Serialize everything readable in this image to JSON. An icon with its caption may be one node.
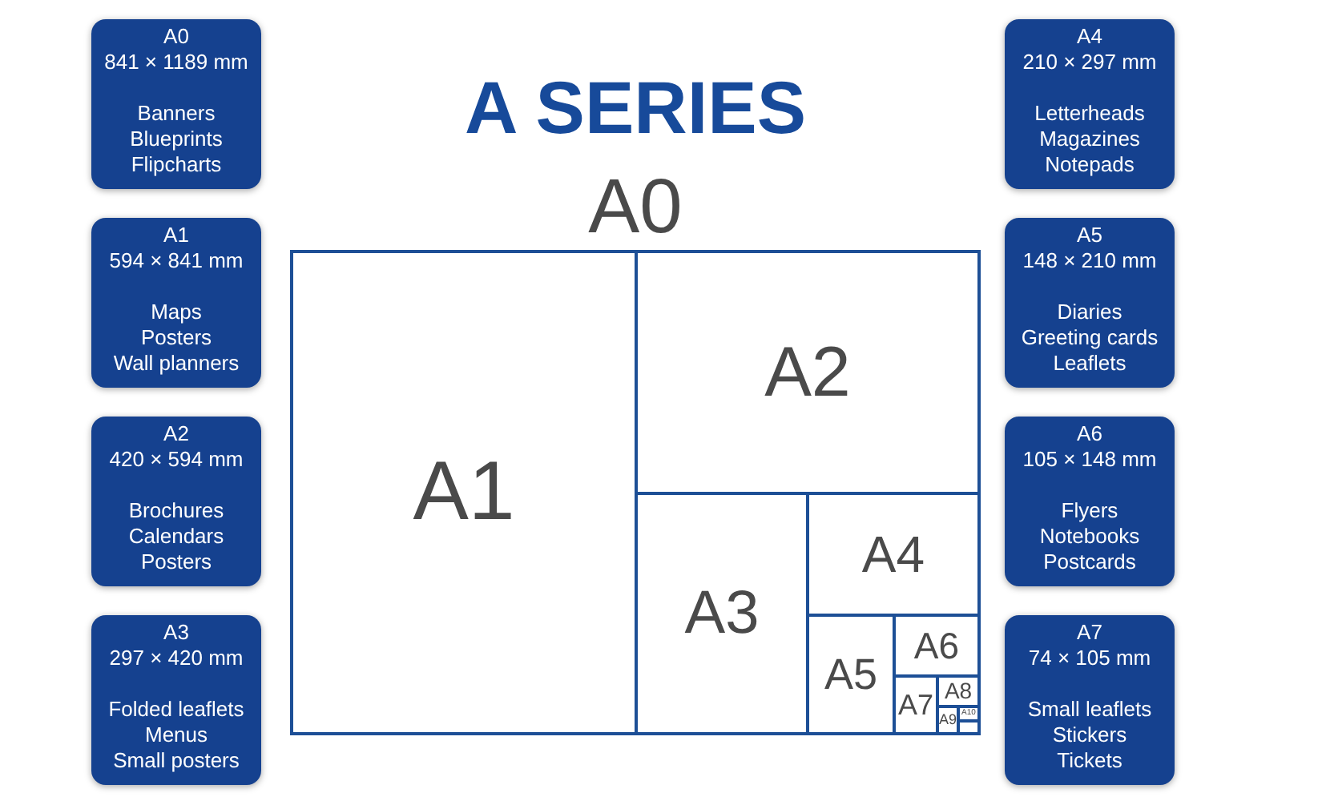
{
  "diagram": {
    "title": "A SERIES",
    "nodes": [
      {
        "text": [
          "A0",
          "841 × 1189 mm",
          "Banners",
          "Blueprints",
          "Flipcharts"
        ]
      },
      {
        "text": [
          "A1",
          "594 × 841 mm",
          "Maps",
          "Posters",
          "Wall planners"
        ]
      },
      {
        "text": [
          "A2",
          "420 × 594 mm",
          "Brochures",
          "Calendars",
          "Posters"
        ]
      },
      {
        "text": [
          "A3",
          "297 × 420 mm",
          "Folded leaflets",
          "Menus",
          "Small posters"
        ]
      },
      {
        "text": [
          "A4",
          "210 × 297 mm",
          "Letterheads",
          "Magazines",
          "Notepads"
        ]
      },
      {
        "text": [
          "A5",
          "148 × 210 mm",
          "Diaries",
          "Greeting cards",
          "Leaflets"
        ]
      },
      {
        "text": [
          "A6",
          "105 × 148 mm",
          "Flyers",
          "Notebooks",
          "Postcards"
        ]
      },
      {
        "text": [
          "A7",
          "74 × 105 mm",
          "Small leaflets",
          "Stickers",
          "Tickets"
        ]
      },
      {
        "text": [
          "A0"
        ]
      },
      {
        "text": [
          "A1"
        ],
        "in": 8
      },
      {
        "text": [
          "A2"
        ],
        "in": 8
      },
      {
        "text": [
          "A3"
        ],
        "in": 8
      },
      {
        "text": [
          "A4"
        ],
        "in": 8
      },
      {
        "text": [
          "A5"
        ],
        "in": 8
      },
      {
        "text": [
          "A6"
        ],
        "in": 8
      },
      {
        "text": [
          "A7"
        ],
        "in": 8
      },
      {
        "text": [
          "A8"
        ],
        "in": 8
      },
      {
        "text": [
          "A9"
        ],
        "in": 8
      },
      {
        "text": [
          "A10"
        ],
        "in": 8
      }
    ]
  }
}
